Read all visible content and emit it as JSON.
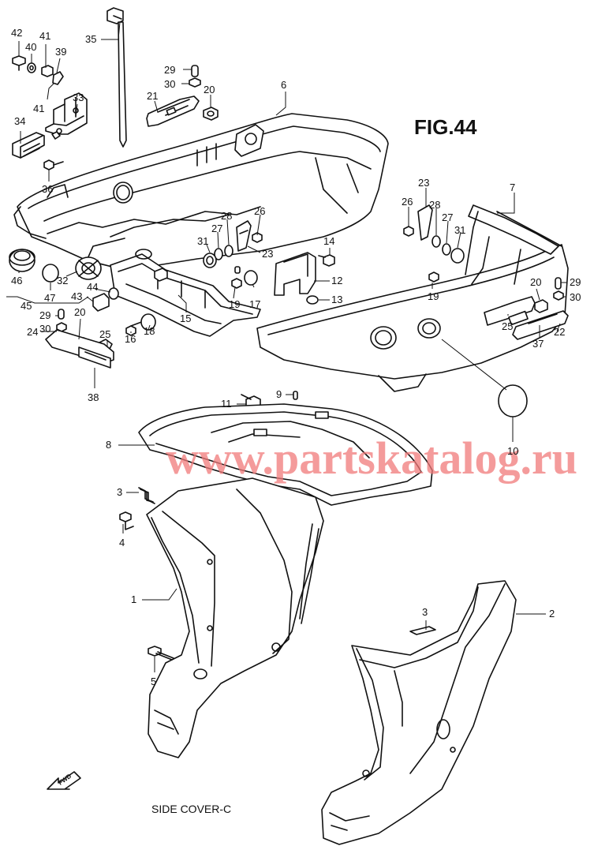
{
  "figure": {
    "title": "FIG.44",
    "caption": "SIDE COVER-C",
    "watermark": "www.partskatalog.ru",
    "direction": "FWD"
  },
  "colors": {
    "line": "#111111",
    "watermark": "#f07a7a",
    "background": "#ffffff"
  },
  "callouts": [
    {
      "id": "c42",
      "label": "42"
    },
    {
      "id": "c40",
      "label": "40"
    },
    {
      "id": "c41a",
      "label": "41"
    },
    {
      "id": "c39",
      "label": "39"
    },
    {
      "id": "c41b",
      "label": "41"
    },
    {
      "id": "c33",
      "label": "33"
    },
    {
      "id": "c34",
      "label": "34"
    },
    {
      "id": "c36",
      "label": "36"
    },
    {
      "id": "c35",
      "label": "35"
    },
    {
      "id": "c29a",
      "label": "29"
    },
    {
      "id": "c30a",
      "label": "30"
    },
    {
      "id": "c21",
      "label": "21"
    },
    {
      "id": "c20a",
      "label": "20"
    },
    {
      "id": "c6",
      "label": "6"
    },
    {
      "id": "c23a",
      "label": "23"
    },
    {
      "id": "c7",
      "label": "7"
    },
    {
      "id": "c26a",
      "label": "26"
    },
    {
      "id": "c28a",
      "label": "28"
    },
    {
      "id": "c27a",
      "label": "27"
    },
    {
      "id": "c31a",
      "label": "31"
    },
    {
      "id": "c26b",
      "label": "26"
    },
    {
      "id": "c28b",
      "label": "28"
    },
    {
      "id": "c27b",
      "label": "27"
    },
    {
      "id": "c31b",
      "label": "31"
    },
    {
      "id": "c23b",
      "label": "23"
    },
    {
      "id": "c14",
      "label": "14"
    },
    {
      "id": "c46",
      "label": "46"
    },
    {
      "id": "c32",
      "label": "32"
    },
    {
      "id": "c12",
      "label": "12"
    },
    {
      "id": "c44",
      "label": "44"
    },
    {
      "id": "c43",
      "label": "43"
    },
    {
      "id": "c47",
      "label": "47"
    },
    {
      "id": "c45",
      "label": "45"
    },
    {
      "id": "c19a",
      "label": "19"
    },
    {
      "id": "c17",
      "label": "17"
    },
    {
      "id": "c13",
      "label": "13"
    },
    {
      "id": "c19b",
      "label": "19"
    },
    {
      "id": "c20b",
      "label": "20"
    },
    {
      "id": "c29b",
      "label": "29"
    },
    {
      "id": "c30b",
      "label": "30"
    },
    {
      "id": "c29c",
      "label": "29"
    },
    {
      "id": "c20c",
      "label": "20"
    },
    {
      "id": "c30c",
      "label": "30"
    },
    {
      "id": "c25a",
      "label": "25"
    },
    {
      "id": "c15",
      "label": "15"
    },
    {
      "id": "c24",
      "label": "24"
    },
    {
      "id": "c16",
      "label": "16"
    },
    {
      "id": "c18",
      "label": "18"
    },
    {
      "id": "c38",
      "label": "38"
    },
    {
      "id": "c25b",
      "label": "25"
    },
    {
      "id": "c22",
      "label": "22"
    },
    {
      "id": "c37",
      "label": "37"
    },
    {
      "id": "c9",
      "label": "9"
    },
    {
      "id": "c11",
      "label": "11"
    },
    {
      "id": "c10",
      "label": "10"
    },
    {
      "id": "c8",
      "label": "8"
    },
    {
      "id": "c3a",
      "label": "3"
    },
    {
      "id": "c4",
      "label": "4"
    },
    {
      "id": "c1",
      "label": "1"
    },
    {
      "id": "c3b",
      "label": "3"
    },
    {
      "id": "c2",
      "label": "2"
    },
    {
      "id": "c5",
      "label": "5"
    }
  ]
}
